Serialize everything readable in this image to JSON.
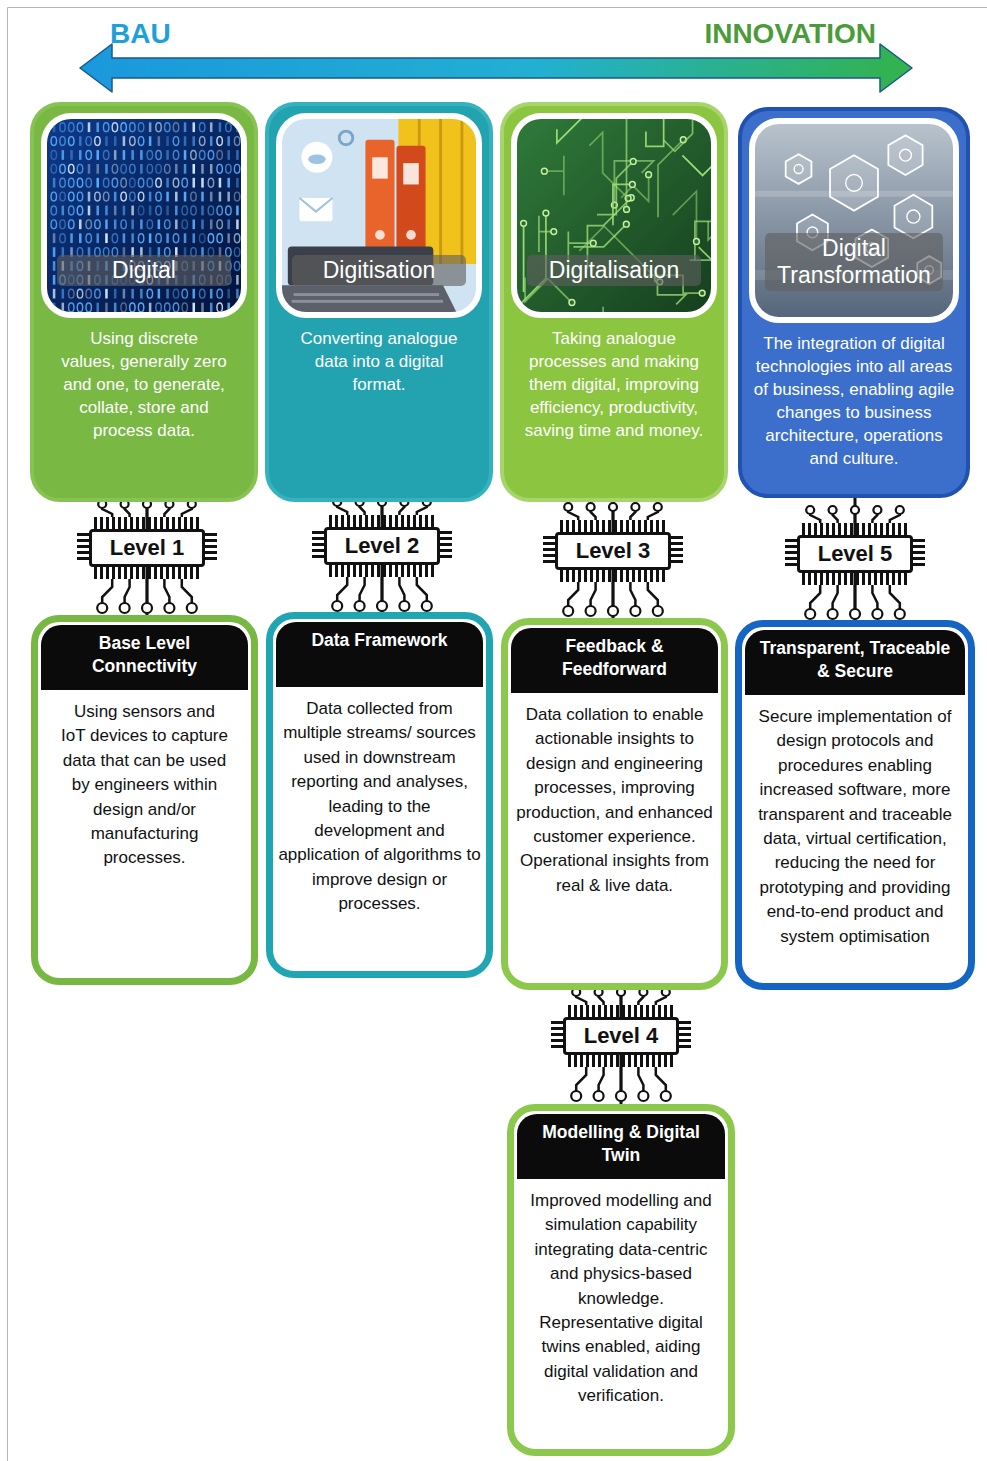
{
  "diagram": {
    "nodes": [
      {
        "text": [
          "Digital",
          "Using discrete values, generally zero and one, to generate, collate, store and process data."
        ]
      },
      {
        "text": [
          "Digitisation",
          "Converting analogue data into a digital format."
        ]
      },
      {
        "text": [
          "Digitalisation",
          "Taking analogue processes and making them digital, improving efficiency, productivity, saving time and money."
        ]
      },
      {
        "text": [
          "Digital Transformation",
          "The integration of digital technologies into all areas of business, enabling agile changes to business architecture, operations and culture."
        ]
      },
      {
        "text": [
          "Level 1"
        ]
      },
      {
        "text": [
          "Level 2"
        ]
      },
      {
        "text": [
          "Level 3"
        ]
      },
      {
        "text": [
          "Level 5"
        ]
      },
      {
        "text": [
          "Base Level Connectivity",
          "Using sensors and IoT devices to capture data that can be used by engineers within design and/or manufacturing processes."
        ]
      },
      {
        "text": [
          "Data Framework",
          "Data collected from multiple streams/ sources used in downstream reporting and analyses, leading to the development and application of algorithms to improve design or processes."
        ]
      },
      {
        "text": [
          "Feedback & Feedforward",
          "Data collation to enable actionable insights to design and engineering processes, improving production, and enhanced customer experience. Operational insights from real & live data."
        ]
      },
      {
        "text": [
          "Transparent, Traceable & Secure",
          "Secure implementation of design protocols and procedures enabling increased software, more transparent and traceable data, virtual certification, reducing the need for prototyping and providing end-to-end product and system optimisation"
        ]
      },
      {
        "text": [
          "Level 4"
        ]
      },
      {
        "text": [
          "Modelling & Digital Twin",
          "Improved modelling and simulation capability integrating data-centric and physics-based knowledge. Representative digital twins enabled, aiding digital validation and verification."
        ]
      }
    ],
    "edges": [
      {
        "from": 0,
        "to": 4,
        "arrow": "none"
      },
      {
        "from": 1,
        "to": 5,
        "arrow": "none"
      },
      {
        "from": 2,
        "to": 6,
        "arrow": "none"
      },
      {
        "from": 3,
        "to": 7,
        "arrow": "none"
      },
      {
        "from": 4,
        "to": 8,
        "arrow": "none"
      },
      {
        "from": 5,
        "to": 9,
        "arrow": "none"
      },
      {
        "from": 6,
        "to": 10,
        "arrow": "none"
      },
      {
        "from": 7,
        "to": 11,
        "arrow": "none"
      },
      {
        "from": 10,
        "to": 12,
        "arrow": "none"
      },
      {
        "from": 12,
        "to": 13,
        "arrow": "none"
      }
    ],
    "labels": [
      "BAU",
      "INNOVATION"
    ]
  }
}
